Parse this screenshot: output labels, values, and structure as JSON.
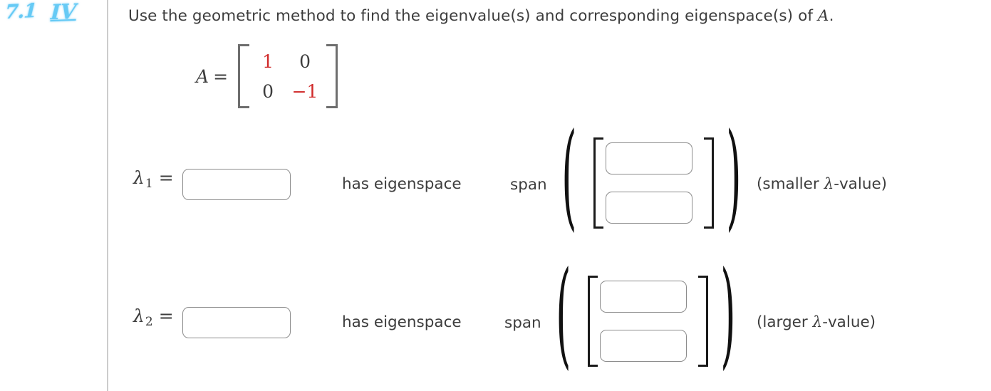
{
  "annotation": {
    "section_mark": "7.1",
    "part_mark": "IV",
    "ink_color": "#5ec8f5"
  },
  "problem": {
    "prompt_before_var": "Use the geometric method to find the eigenvalue(s) and corresponding eigenspace(s) of ",
    "prompt_variable": "A",
    "prompt_after_var": "."
  },
  "matrix": {
    "name": "A",
    "equals": "=",
    "highlight_color": "#d02a2a",
    "entries": [
      [
        {
          "text": "1",
          "highlighted": true
        },
        {
          "text": "0",
          "highlighted": false
        }
      ],
      [
        {
          "text": "0",
          "highlighted": false
        },
        {
          "text": "−1",
          "highlighted": true
        }
      ]
    ]
  },
  "rows": [
    {
      "lambda_symbol": "λ",
      "lambda_subscript": "1",
      "equals": "=",
      "lambda_value": "",
      "lambda_placeholder": "",
      "connector": "has eigenspace",
      "span_label": "span",
      "paren_open": "(",
      "paren_close": ")",
      "vector": [
        "",
        ""
      ],
      "note_prefix": "(smaller ",
      "note_variable": "λ",
      "note_suffix": "-value)"
    },
    {
      "lambda_symbol": "λ",
      "lambda_subscript": "2",
      "equals": "=",
      "lambda_value": "",
      "lambda_placeholder": "",
      "connector": "has eigenspace",
      "span_label": "span",
      "paren_open": "(",
      "paren_close": ")",
      "vector": [
        "",
        ""
      ],
      "note_prefix": "(larger ",
      "note_variable": "λ",
      "note_suffix": "-value)"
    }
  ]
}
